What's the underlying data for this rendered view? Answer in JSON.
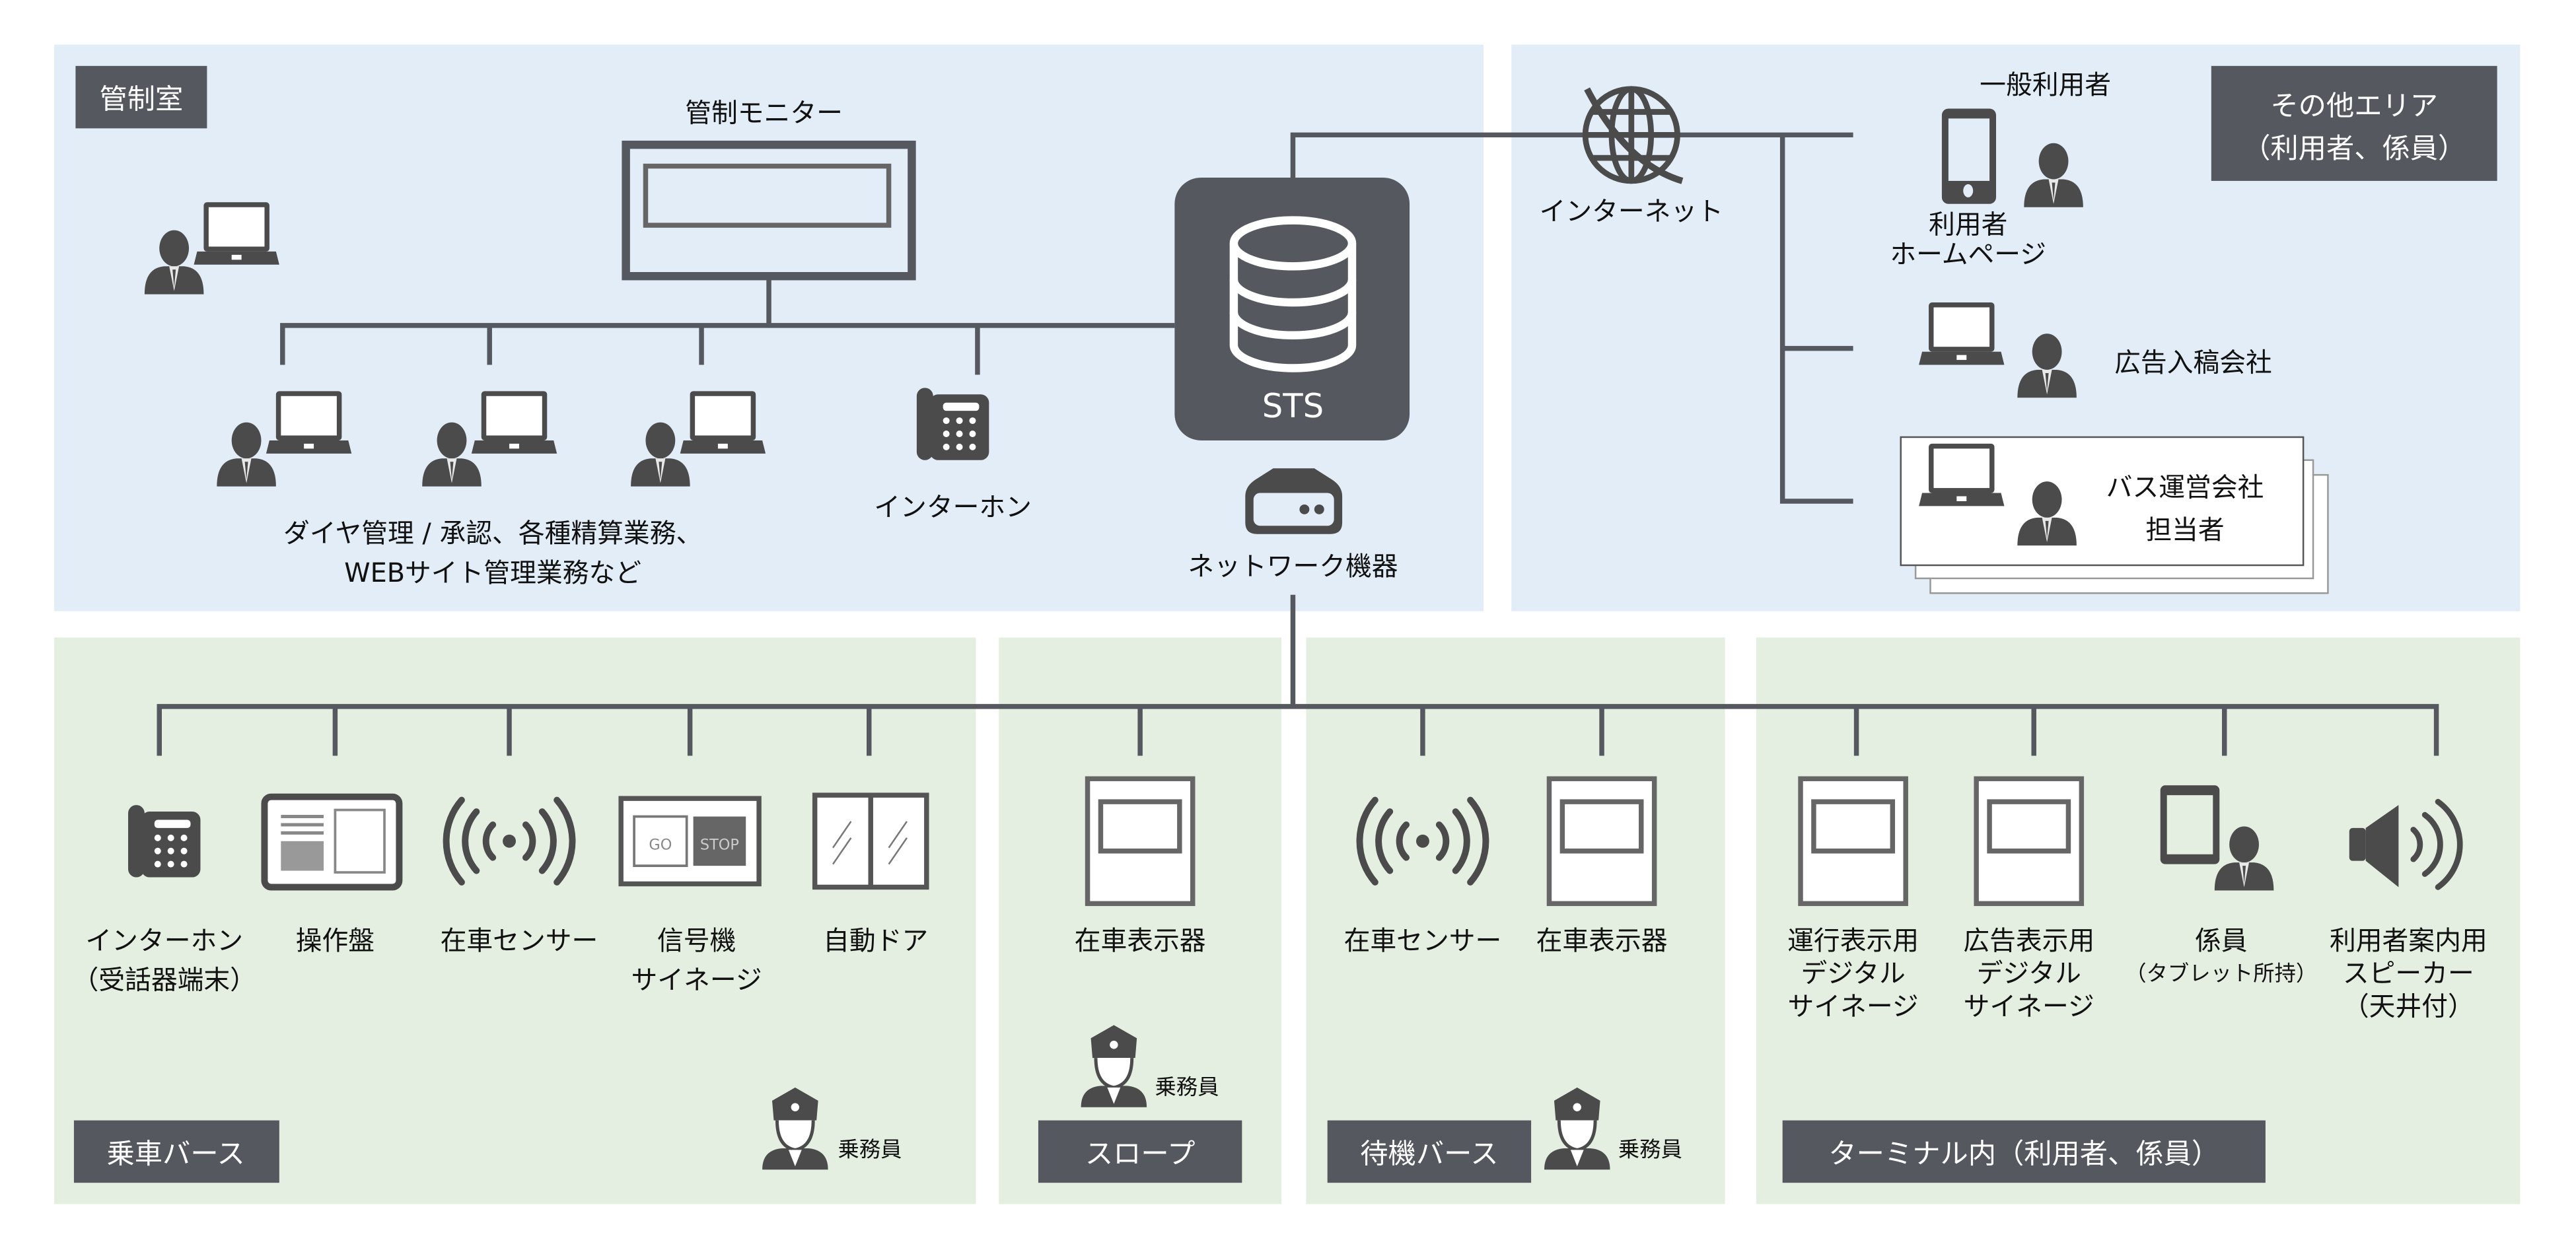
{
  "colors": {
    "control_room_bg": "#E2EDF7",
    "other_area_bg": "#E2EDF7",
    "field_bg": "#E4EFE1",
    "tag_bg": "#55585F",
    "line": "#55585F",
    "icon": "#4B4B4B"
  },
  "control_room": {
    "tag": "管制室",
    "monitor_label": "管制モニター",
    "operators_label_line1": "ダイヤ管理 / 承認、各種精算業務、",
    "operators_label_line2": "WEBサイト管理業務など",
    "intercom_label": "インターホン",
    "server_label": "STS",
    "network_label": "ネットワーク機器"
  },
  "other_area": {
    "tag_line1": "その他エリア",
    "tag_line2": "（利用者、係員）",
    "internet_label": "インターネット",
    "general_users_label": "一般利用者",
    "user_homepage_line1": "利用者",
    "user_homepage_line2": "ホームページ",
    "ad_company_label": "広告入稿会社",
    "bus_company_line1": "バス運営会社",
    "bus_company_line2": "担当者"
  },
  "boarding_bay": {
    "tag": "乗車バース",
    "devices": [
      {
        "line1": "インターホン",
        "line2": "（受話器端末）"
      },
      {
        "line1": "操作盤",
        "line2": ""
      },
      {
        "line1": "在車センサー",
        "line2": ""
      },
      {
        "line1": "信号機",
        "line2": "サイネージ"
      },
      {
        "line1": "自動ドア",
        "line2": ""
      }
    ],
    "signal_go": "GO",
    "signal_stop": "STOP",
    "crew_label": "乗務員"
  },
  "slope": {
    "tag": "スロープ",
    "device": "在車表示器",
    "crew_label": "乗務員"
  },
  "waiting_bay": {
    "tag": "待機バース",
    "devices": [
      "在車センサー",
      "在車表示器"
    ],
    "crew_label": "乗務員"
  },
  "terminal": {
    "tag": "ターミナル内（利用者、係員）",
    "devices": [
      {
        "line1": "運行表示用",
        "line2": "デジタル",
        "line3": "サイネージ"
      },
      {
        "line1": "広告表示用",
        "line2": "デジタル",
        "line3": "サイネージ"
      },
      {
        "line1": "係員",
        "line2": "（タブレット所持）",
        "line3": ""
      },
      {
        "line1": "利用者案内用",
        "line2": "スピーカー",
        "line3": "（天井付）"
      }
    ]
  }
}
